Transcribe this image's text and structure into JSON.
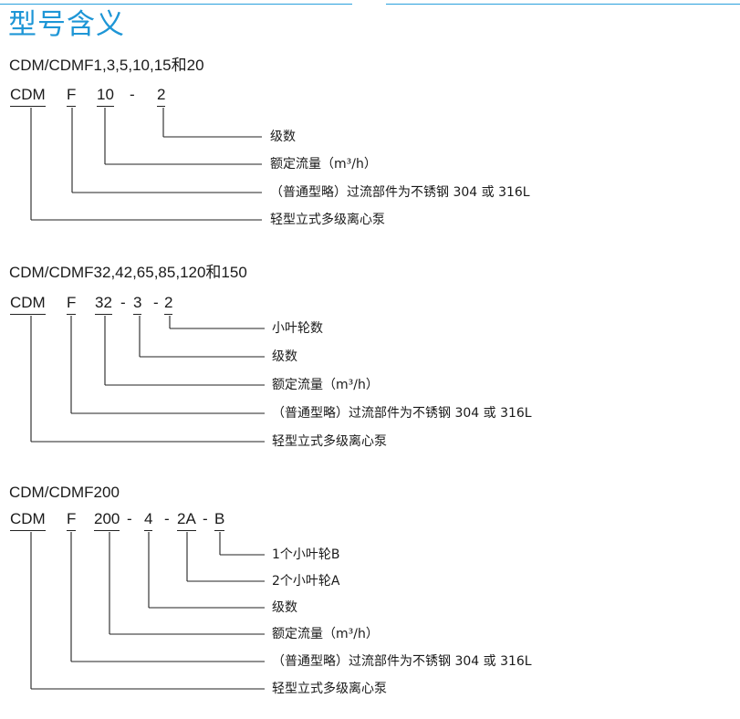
{
  "page_title": "型号含义",
  "sections": [
    {
      "heading": "CDM/CDMF1,3,5,10,15和20",
      "code": [
        {
          "text": "CDM",
          "underline": true
        },
        {
          "text": "F",
          "underline": true
        },
        {
          "text": "10",
          "underline": true
        },
        {
          "text": "-",
          "underline": false
        },
        {
          "text": "2",
          "underline": true
        }
      ],
      "descriptions": [
        "级数",
        "额定流量（m³/h）",
        "（普通型略）过流部件为不锈钢 304 或 316L",
        "轻型立式多级离心泵"
      ]
    },
    {
      "heading": "CDM/CDMF32,42,65,85,120和150",
      "code": [
        {
          "text": "CDM",
          "underline": true
        },
        {
          "text": "F",
          "underline": true
        },
        {
          "text": "32",
          "underline": true
        },
        {
          "text": "-",
          "underline": false
        },
        {
          "text": "3",
          "underline": true
        },
        {
          "text": "-",
          "underline": false
        },
        {
          "text": "2",
          "underline": true
        }
      ],
      "descriptions": [
        "小叶轮数",
        "级数",
        "额定流量（m³/h）",
        "（普通型略）过流部件为不锈钢 304 或 316L",
        "轻型立式多级离心泵"
      ]
    },
    {
      "heading": "CDM/CDMF200",
      "code": [
        {
          "text": "CDM",
          "underline": true
        },
        {
          "text": "F",
          "underline": true
        },
        {
          "text": "200",
          "underline": true
        },
        {
          "text": "-",
          "underline": false
        },
        {
          "text": "4",
          "underline": true
        },
        {
          "text": "-",
          "underline": false
        },
        {
          "text": "2A",
          "underline": true
        },
        {
          "text": "-",
          "underline": false
        },
        {
          "text": "B",
          "underline": true
        }
      ],
      "descriptions": [
        "1个小叶轮B",
        "2个小叶轮A",
        "级数",
        "额定流量（m³/h）",
        "（普通型略）过流部件为不锈钢 304 或 316L",
        "轻型立式多级离心泵"
      ]
    }
  ],
  "colors": {
    "accent": "#1e96d6",
    "text": "#1a1a1a",
    "line": "#222222"
  }
}
